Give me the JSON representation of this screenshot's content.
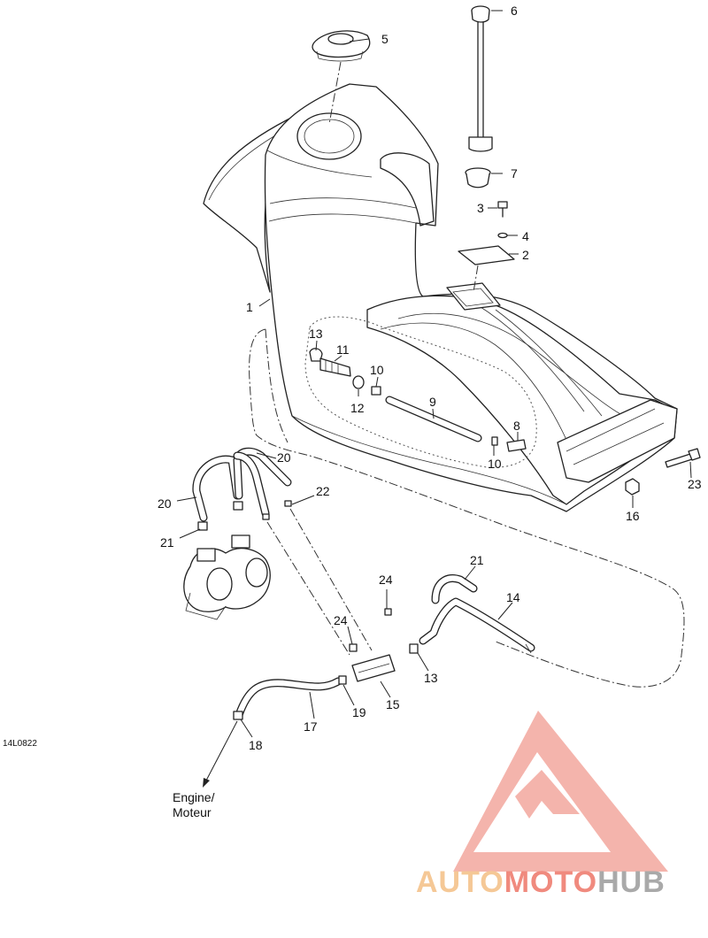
{
  "figure_code": "14L0822",
  "engine_label": {
    "line1": "Engine/",
    "line2": "Moteur"
  },
  "callouts": [
    {
      "id": "c1",
      "text": "1"
    },
    {
      "id": "c2",
      "text": "2"
    },
    {
      "id": "c3",
      "text": "3"
    },
    {
      "id": "c4",
      "text": "4"
    },
    {
      "id": "c5",
      "text": "5"
    },
    {
      "id": "c6",
      "text": "6"
    },
    {
      "id": "c7",
      "text": "7"
    },
    {
      "id": "c8",
      "text": "8"
    },
    {
      "id": "c9",
      "text": "9"
    },
    {
      "id": "c10a",
      "text": "10"
    },
    {
      "id": "c10b",
      "text": "10"
    },
    {
      "id": "c11",
      "text": "11"
    },
    {
      "id": "c12",
      "text": "12"
    },
    {
      "id": "c13a",
      "text": "13"
    },
    {
      "id": "c13b",
      "text": "13"
    },
    {
      "id": "c14",
      "text": "14"
    },
    {
      "id": "c15",
      "text": "15"
    },
    {
      "id": "c16",
      "text": "16"
    },
    {
      "id": "c17",
      "text": "17"
    },
    {
      "id": "c18",
      "text": "18"
    },
    {
      "id": "c19",
      "text": "19"
    },
    {
      "id": "c20a",
      "text": "20"
    },
    {
      "id": "c20b",
      "text": "20"
    },
    {
      "id": "c21a",
      "text": "21"
    },
    {
      "id": "c21b",
      "text": "21"
    },
    {
      "id": "c22",
      "text": "22"
    },
    {
      "id": "c23",
      "text": "23"
    },
    {
      "id": "c24a",
      "text": "24"
    },
    {
      "id": "c24b",
      "text": "24"
    }
  ],
  "watermark": {
    "part1": "AUTO",
    "part2": "MOTO",
    "part3": "HUB",
    "color_light": "#f5c896",
    "color_accent": "#f08a7e",
    "color_dark": "#a9a9a9"
  },
  "colors": {
    "line": "#222222",
    "background": "#ffffff"
  }
}
